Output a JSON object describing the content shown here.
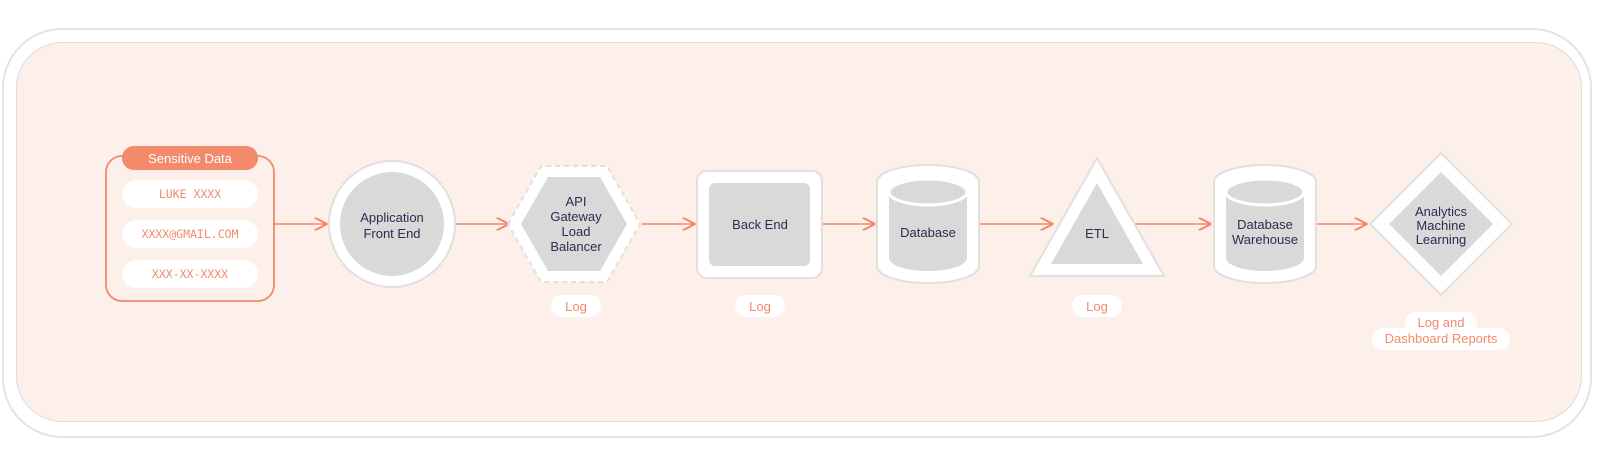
{
  "sensitive_data": {
    "title": "Sensitive Data",
    "fields": [
      "LUKE XXXX",
      "XXXX@GMAIL.COM",
      "XXX-XX-XXXX"
    ]
  },
  "nodes": {
    "app_front_end": [
      "Application",
      "Front End"
    ],
    "api_gateway": [
      "API",
      "Gateway",
      "Load",
      "Balancer"
    ],
    "back_end": [
      "Back End"
    ],
    "database": [
      "Database"
    ],
    "etl": [
      "ETL"
    ],
    "db_warehouse": [
      "Database",
      "Warehouse"
    ],
    "analytics": [
      "Analytics",
      "Machine",
      "Learning"
    ]
  },
  "log_labels": {
    "api_gateway": "Log",
    "back_end": "Log",
    "etl": "Log",
    "analytics": [
      "Log and",
      "Dashboard Reports"
    ]
  },
  "colors": {
    "accent": "#f28a6b",
    "panel": "#fdefe9",
    "node_fill": "#d9d9d9",
    "node_border": "#e2dfdd",
    "text": "#2d2b4f"
  }
}
